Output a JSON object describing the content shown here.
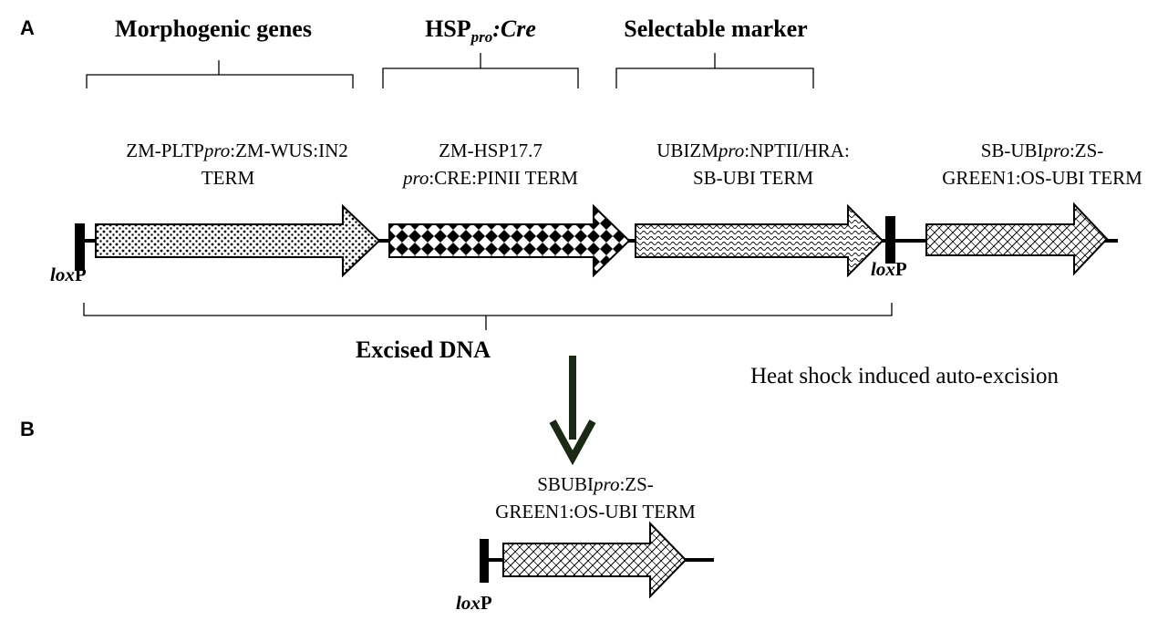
{
  "panels": {
    "a_label": "A",
    "b_label": "B"
  },
  "headers": {
    "morphogenic": "Morphogenic genes",
    "hsp_main": "HSP",
    "hsp_sub": "pro",
    "hsp_cre": ":Cre",
    "selectable": "Selectable marker"
  },
  "cassettes": {
    "c1": {
      "line1_a": "ZM-PLTP",
      "line1_b": "pro",
      "line1_c": ":ZM-WUS:IN2",
      "line2": "TERM"
    },
    "c2": {
      "line1": "ZM-HSP17.7",
      "line2_a": "pro",
      "line2_b": ":CRE:PINII TERM"
    },
    "c3": {
      "line1_a": "UBIZM",
      "line1_b": "pro",
      "line1_c": ":NPTII/HRA:",
      "line2": "SB-UBI TERM"
    },
    "c4": {
      "line1_a": "SB-UBI",
      "line1_b": "pro",
      "line1_c": ":ZS-",
      "line2": "GREEN1:OS-UBI TERM"
    }
  },
  "loxp": {
    "italic": "lox",
    "regular": "P"
  },
  "excised": "Excised DNA",
  "heat_shock": "Heat shock induced auto-excision",
  "result": {
    "line1_a": "SBUBI",
    "line1_b": "pro",
    "line1_c": ":ZS-",
    "line2": "GREEN1:OS-UBI TERM"
  }
}
